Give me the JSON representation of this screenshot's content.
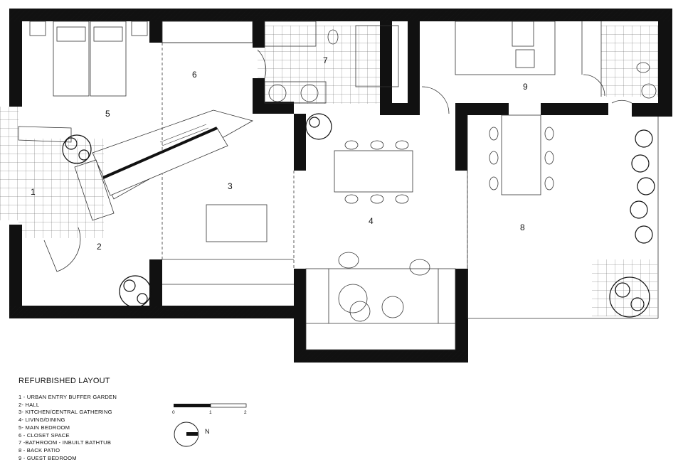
{
  "legend": {
    "title": "REFURBISHED LAYOUT",
    "items": [
      "1 - URBAN ENTRY BUFFER GARDEN",
      "2- HALL",
      "3- KITCHEN/CENTRAL GATHERING",
      "4- LIVING/DINING",
      "5- MAIN BEDROOM",
      "6 - CLOSET SPACE",
      "7 -BATHROOM - INBUILT BATHTUB",
      "8 - BACK PATIO",
      "9 - GUEST BEDROOM"
    ]
  },
  "rooms": {
    "r1": "1",
    "r2": "2",
    "r3": "3",
    "r4": "4",
    "r5": "5",
    "r6": "6",
    "r7": "7",
    "r8": "8",
    "r9": "9"
  },
  "scale_bar": {
    "t0": "0",
    "t1": "1",
    "t2": "2"
  },
  "north": {
    "label": "N"
  },
  "colors": {
    "wall": "#111111",
    "line": "#333333",
    "background": "#ffffff"
  },
  "icons": [
    "plant-icon",
    "bed-icon",
    "toilet-icon",
    "sink-icon",
    "north-arrow-icon"
  ]
}
